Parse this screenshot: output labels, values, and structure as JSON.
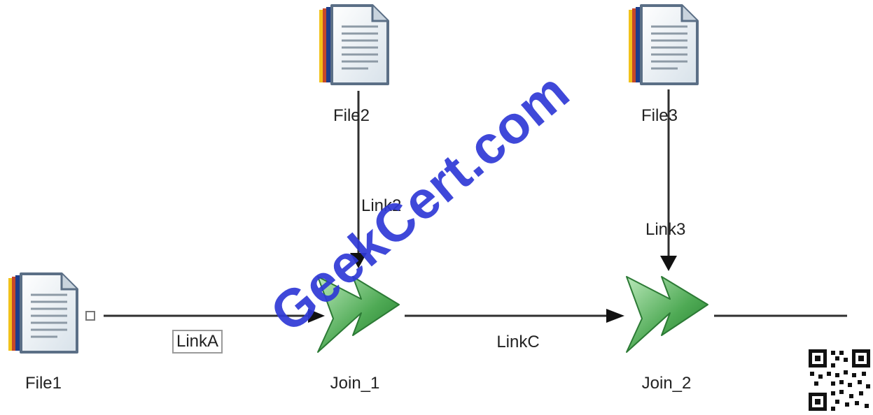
{
  "nodes": {
    "file1": {
      "label": "File1"
    },
    "file2": {
      "label": "File2"
    },
    "file3": {
      "label": "File3"
    },
    "join1": {
      "label": "Join_1"
    },
    "join2": {
      "label": "Join_2"
    }
  },
  "links": {
    "linkA": {
      "label": "LinkA"
    },
    "link2": {
      "label": "Link2"
    },
    "link3": {
      "label": "Link3"
    },
    "linkC": {
      "label": "LinkC"
    }
  },
  "watermark": {
    "text": "GeekCert.com"
  },
  "colors": {
    "line": "#2f2f2f",
    "arrow_green_light": "#8fd08f",
    "arrow_green_dark": "#1f7a2a",
    "watermark": "#2f39d6"
  }
}
